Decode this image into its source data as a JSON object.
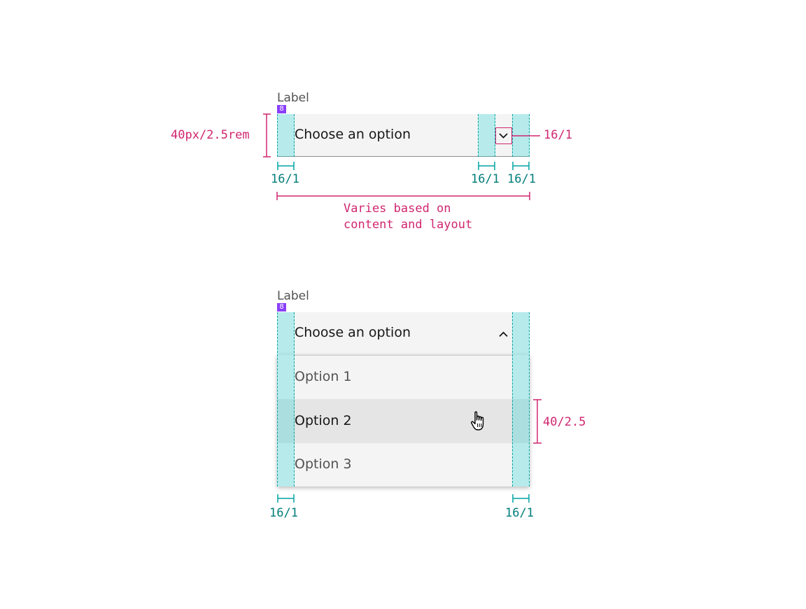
{
  "colors": {
    "spacing_fill": "#08d2d2",
    "spacing_line": "#00a3a3",
    "teal_text": "#007d79",
    "magenta": "#d02670",
    "badge": "#8a3ffc",
    "field_bg": "#f4f4f4",
    "hover_bg": "#e5e5e5"
  },
  "closed": {
    "label": "Label",
    "badge": "8",
    "placeholder": "Choose an option",
    "chevron": "chevron-down-icon",
    "height_annotation": "40px/2.5rem",
    "chevron_annotation": "16/1",
    "left_pad": "16/1",
    "right_pad_1": "16/1",
    "right_pad_2": "16/1",
    "width_note": [
      "Varies based on",
      "content and layout"
    ]
  },
  "open": {
    "label": "Label",
    "badge": "8",
    "placeholder": "Choose an option",
    "chevron": "chevron-up-icon",
    "options": [
      "Option 1",
      "Option 2",
      "Option 3"
    ],
    "hover_index": 1,
    "row_annotation": "40/2.5",
    "left_pad": "16/1",
    "right_pad": "16/1"
  }
}
